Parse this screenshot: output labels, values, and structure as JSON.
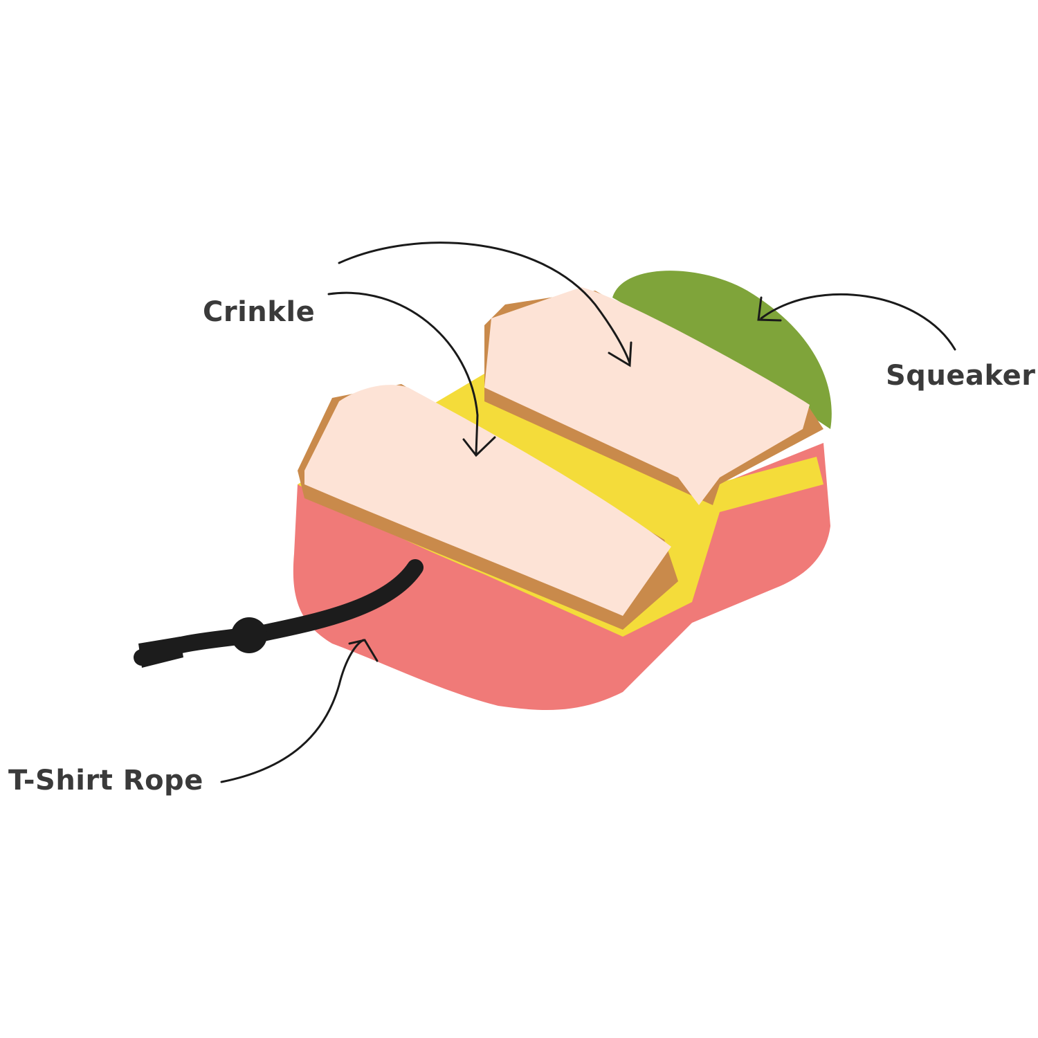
{
  "callouts": {
    "crinkle": "Crinkle",
    "squeaker": "Squeaker",
    "rope": "T-Shirt Rope"
  },
  "colors": {
    "bread": "#fde3d6",
    "crust": "#c98a4b",
    "ham": "#f07a78",
    "cheese": "#f4dc3a",
    "lettuce": "#7fa43a",
    "rope": "#1c1c1c",
    "text": "#3a3a3a"
  }
}
